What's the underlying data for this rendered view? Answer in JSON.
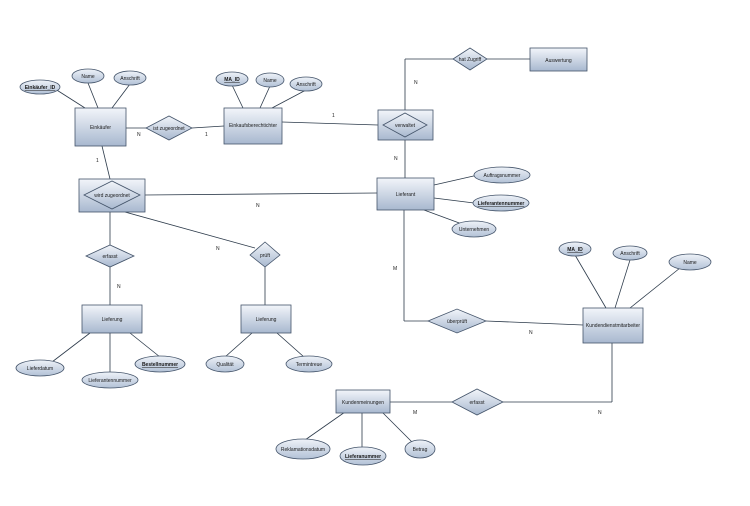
{
  "entities": {
    "einkaeufer": "Einkäufer",
    "einkaufsberater": "Einkaufsberechtichter",
    "lieferant": "Lieferant",
    "lieferung1": "Lieferung",
    "lieferung2": "Lieferung",
    "kundendienst": "Kundendienstmitarbeiter",
    "kundenbemerkungen": "Kundenmeinungen",
    "auswertung": "Auswertung"
  },
  "relationships": {
    "ist_zugeordnet": "ist zugeordnet",
    "verwaltet": "verwaltet",
    "hat_zugriff": "hat Zugriff",
    "wird_zugeordnet": "wird zugeordnet",
    "erfasst1": "erfasst",
    "prueft": "prüft",
    "ueberprueft": "überprüft",
    "erfasst2": "erfasst"
  },
  "attributes": {
    "einkaeufer_id": "Einkäufer_ID",
    "einkaeufer_name": "Name",
    "einkaeufer_anschrift": "Anschrift",
    "ma_id_1": "MA_ID",
    "berater_name": "Name",
    "berater_anschrift": "Anschrift",
    "auftragsnummer": "Auftragsnummer",
    "lieferantennummer": "Lieferantennummer",
    "unternehmen": "Unternehmen",
    "ma_id_2": "MA_ID",
    "kd_anschrift": "Anschrift",
    "kd_name": "Name",
    "lieferdatum": "Lieferdatum",
    "lieferantennummer2": "Lieferantennummer",
    "bestellnummer": "Bestellnummer",
    "qualitaet": "Qualität",
    "termintreue": "Termintreue",
    "reklamationsdatum": "Reklamationsdatum",
    "lieferanummer": "Lieferanummer",
    "betrag": "Betrag"
  },
  "cardinalities": {
    "c_n1": "N",
    "c_11": "1",
    "c_12": "1",
    "c_13": "1",
    "c_n2": "N",
    "c_n3": "N",
    "c_n4": "N",
    "c_n5": "N",
    "c_n6": "N",
    "c_m1": "M",
    "c_n7": "N",
    "c_m2": "M",
    "c_n8": "N"
  },
  "colors": {
    "shape_light": "#eef2f8",
    "shape_dark": "#9fb0c8",
    "stroke": "#44546a",
    "line": "#2c3a4a"
  }
}
